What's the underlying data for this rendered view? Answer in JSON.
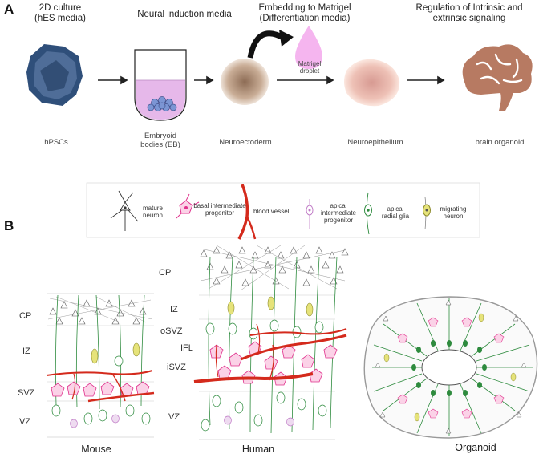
{
  "panels": {
    "a": "A",
    "b": "B"
  },
  "headers": {
    "culture": "2D culture\n(hES media)",
    "induction": "Neural induction media",
    "embedding": "Embedding to Matrigel\n(Differentiation media)",
    "regulation": "Regulation of Intrinsic and\nextrinsic signaling"
  },
  "stages": {
    "hpsc": "hPSCs",
    "eb": "Embryoid\nbodies (EB)",
    "neuroectoderm": "Neuroectoderm",
    "neuroepithelium": "Neuroepithelium",
    "organoid": "brain organoid",
    "matrigel": "Matrigel\ndroplet"
  },
  "legend": {
    "mature": "mature\nneuron",
    "basal": "basal intermediate\nprogenitor",
    "vessel": "blood vessel",
    "apical_ip": "apical\nintermediate\nprogenitor",
    "radial": "apical\nradial glia",
    "migrating": "migrating\nneuron"
  },
  "zones": {
    "mouse": [
      "CP",
      "IZ",
      "SVZ",
      "VZ"
    ],
    "human": [
      "CP",
      "IZ",
      "oSVZ",
      "IFL",
      "iSVZ",
      "VZ"
    ]
  },
  "captions": {
    "mouse": "Mouse",
    "human": "Human",
    "organoid": "Organoid"
  },
  "colors": {
    "radial": "#2e8b3e",
    "basal": "#e0308c",
    "vessel": "#d42a1c",
    "migrating": "#c9c23a",
    "apical_ip": "#c07bc6",
    "brain": "#b77a62",
    "eb_fill": "#e6b8ea"
  }
}
